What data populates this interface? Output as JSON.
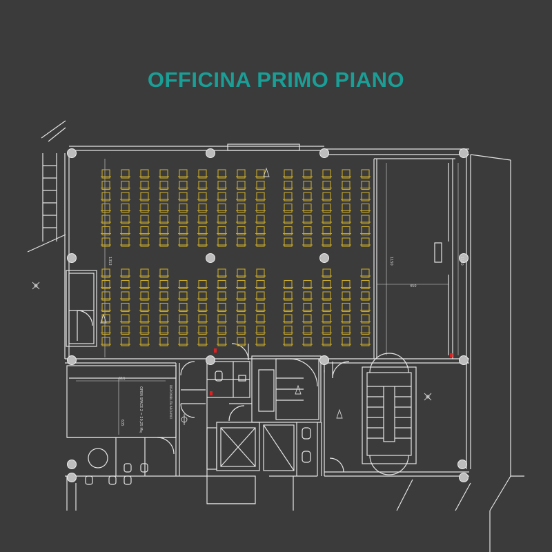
{
  "title": "OFFICINA PRIMO PIANO",
  "colors": {
    "background": "#3b3b3b",
    "title": "#1a9e96",
    "walls": "#e6e6e6",
    "seats": "#c8a92a",
    "exits": "#e02020"
  },
  "dimensions": {
    "d1": "1313",
    "d2": "1150",
    "d3": "1150",
    "d4": "450",
    "d5": "611",
    "d6": "635"
  },
  "rooms": {
    "open_space": "OPEN SPACE 2 = 20,25 Mq",
    "storage": "DISPONIBILITA ARCHIVIO"
  }
}
